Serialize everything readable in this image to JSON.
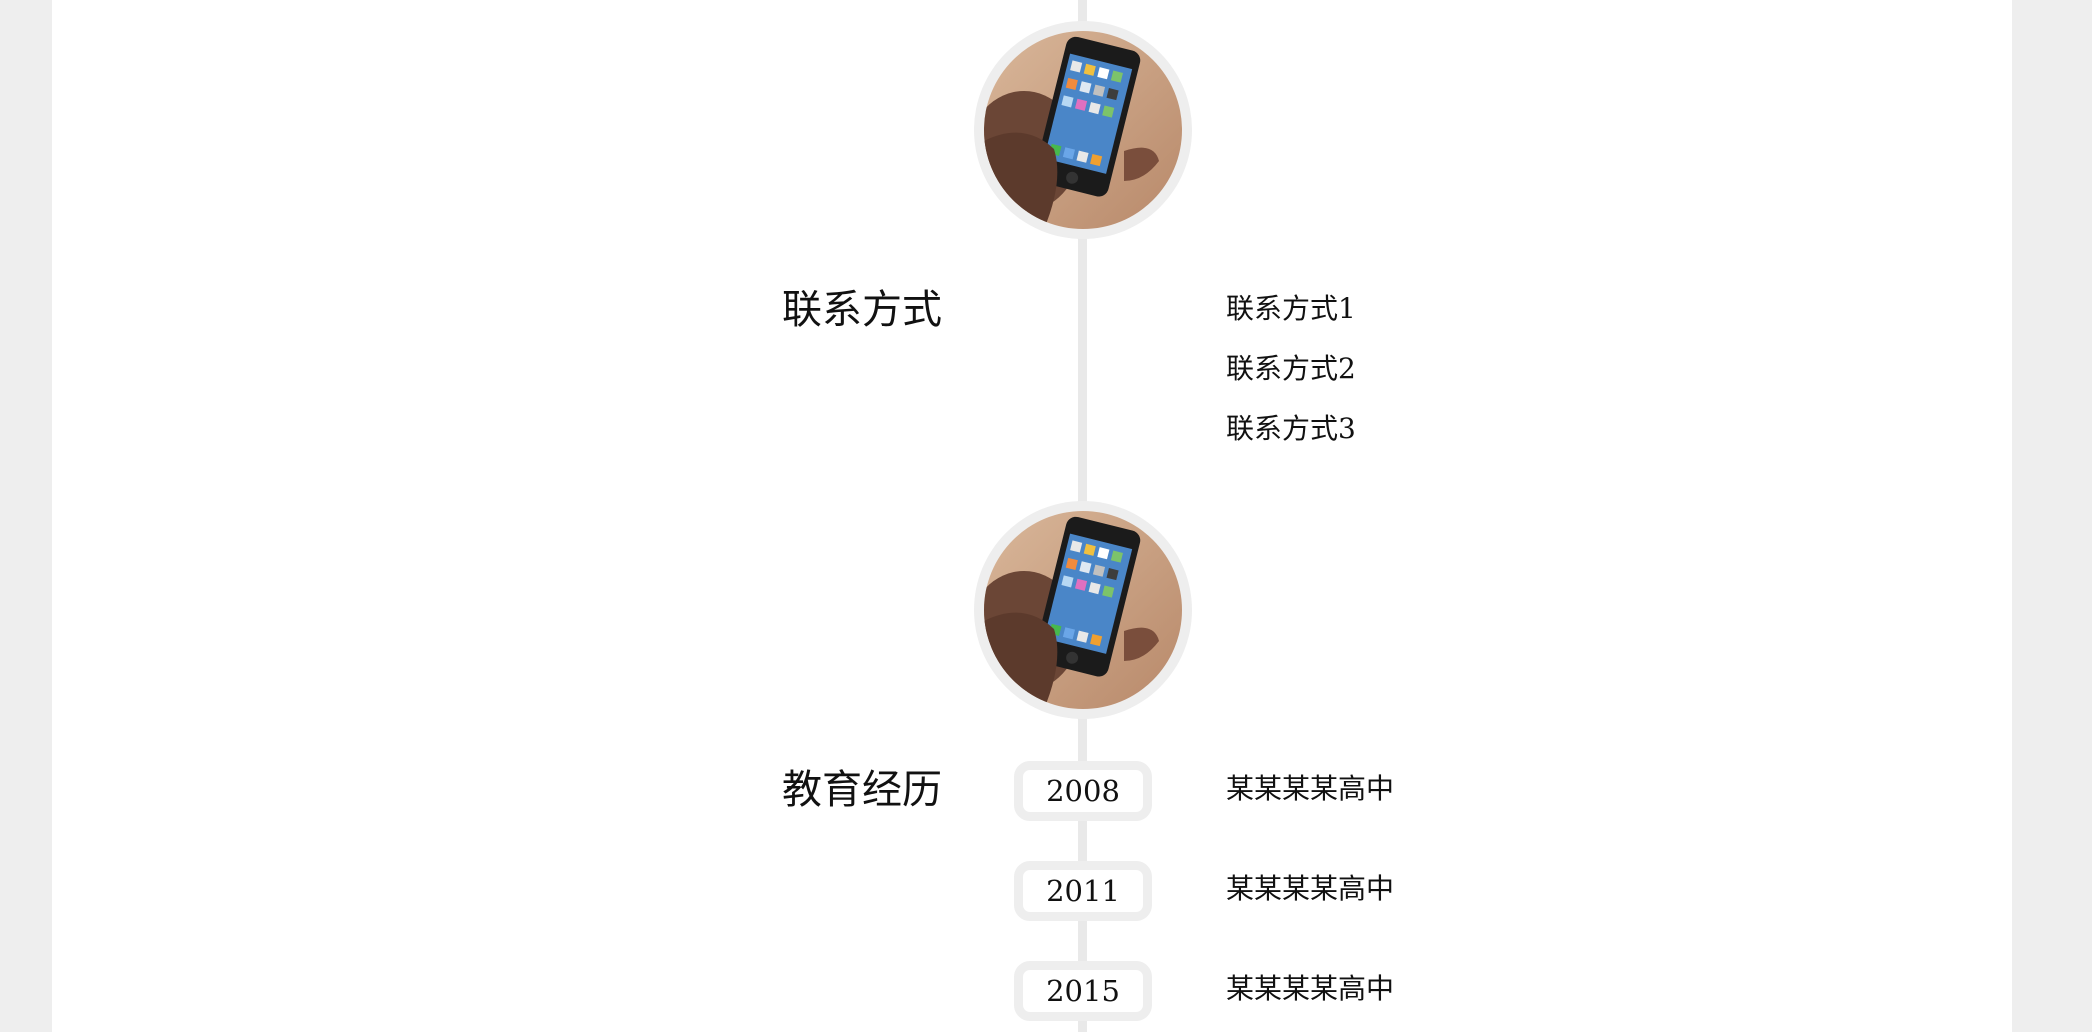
{
  "contact": {
    "avatar_icon": "phone-in-hand-photo",
    "title": "联系方式",
    "items": [
      "联系方式1",
      "联系方式2",
      "联系方式3"
    ]
  },
  "education": {
    "avatar_icon": "phone-in-hand-photo",
    "title": "教育经历",
    "entries": [
      {
        "year": "2008",
        "school": "某某某某高中"
      },
      {
        "year": "2011",
        "school": "某某某某高中"
      },
      {
        "year": "2015",
        "school": "某某某某高中"
      }
    ]
  },
  "colors": {
    "background": "#eeeeee",
    "page": "#ffffff",
    "timeline": "#e9e9e9",
    "text": "#111111"
  }
}
